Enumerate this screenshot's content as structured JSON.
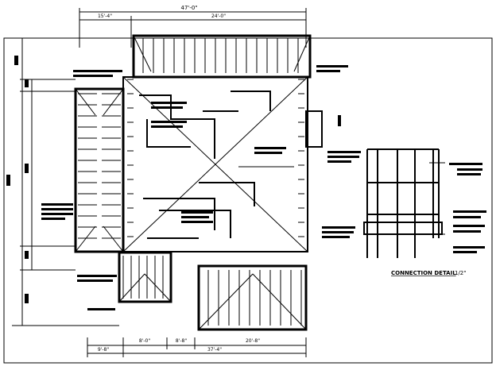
{
  "dimensions": {
    "top_overall": "47'-0\"",
    "top_left": "15'-4\"",
    "top_right": "24'-0\"",
    "bottom_1": "9'-8\"",
    "bottom_2": "8'-0\"",
    "bottom_3": "8'-8\"",
    "bottom_4": "20'-8\"",
    "bottom_overall": "37'-4\""
  },
  "detail": {
    "caption": "CONNECTION DETAIL",
    "scale": "1/2\""
  }
}
